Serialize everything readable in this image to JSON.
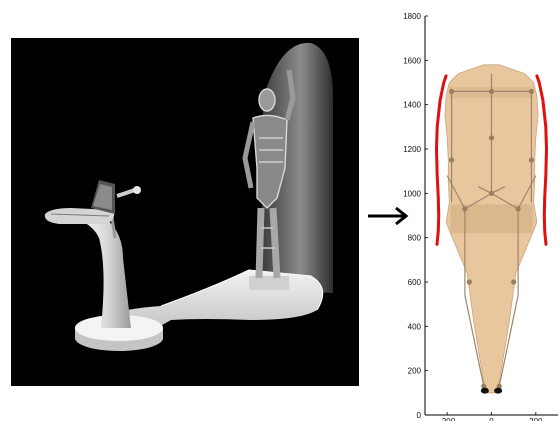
{
  "figure": {
    "left_panel": {
      "description_icon": "scanner-stand-and-mannequin-scene"
    },
    "arrow_icon": "right-arrow-icon"
  },
  "chart_data": {
    "type": "line",
    "y_ticks": [
      "0",
      "200",
      "400",
      "600",
      "800",
      "1000",
      "1200",
      "1400",
      "1600",
      "1800"
    ],
    "x_ticks": [
      "-200",
      "0",
      "200"
    ],
    "ylim": [
      0,
      1800
    ],
    "xlim": [
      -300,
      300
    ],
    "series": [
      {
        "color": "#e01010",
        "x": [
          -205,
          -215,
          -232,
          -245,
          -248,
          -245,
          -240,
          -238,
          -240,
          -246
        ],
        "y": [
          1530,
          1500,
          1420,
          1300,
          1200,
          1080,
          980,
          900,
          830,
          770
        ]
      },
      {
        "color": "#e01010",
        "x": [
          205,
          215,
          232,
          245,
          248,
          245,
          240,
          238,
          240,
          246
        ],
        "y": [
          1530,
          1500,
          1420,
          1300,
          1200,
          1080,
          980,
          900,
          830,
          770
        ]
      }
    ],
    "colors": {
      "body": "#e8c69e",
      "skeleton": "#a0846a",
      "curve": "#e01010"
    }
  }
}
